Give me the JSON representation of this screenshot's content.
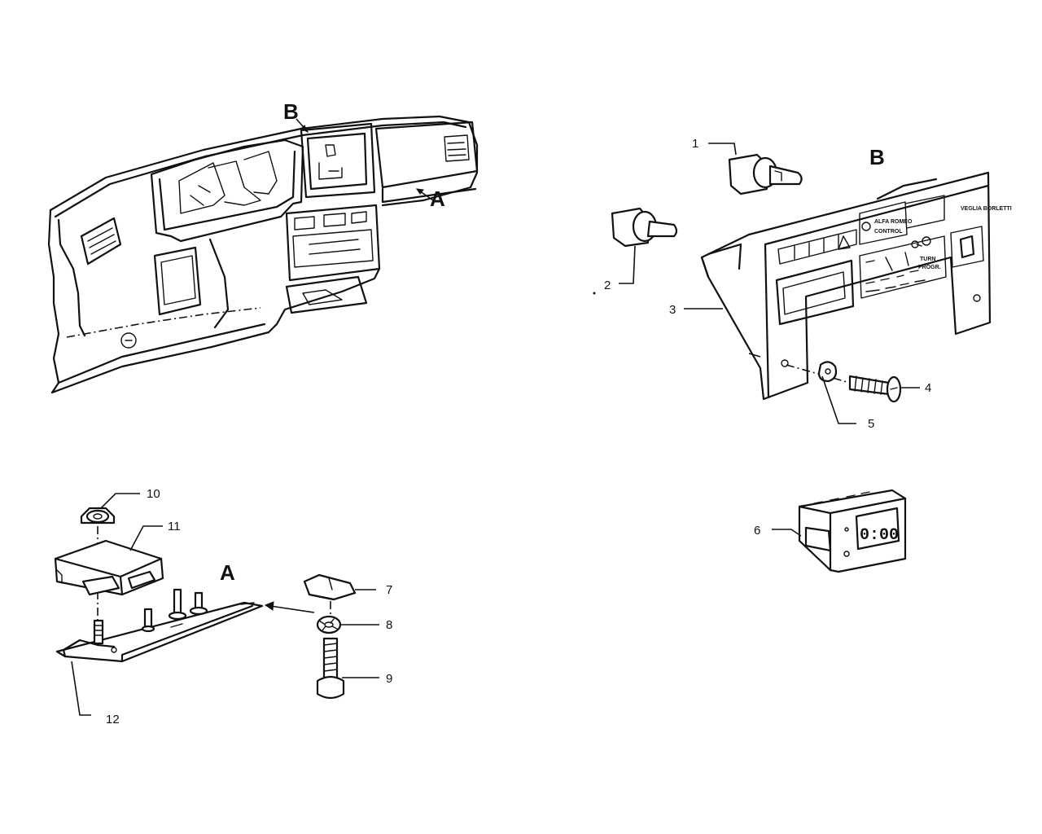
{
  "views": {
    "A": "A",
    "B": "B"
  },
  "callouts": {
    "c1": "1",
    "c2": "2",
    "c3": "3",
    "c4": "4",
    "c5": "5",
    "c6": "6",
    "c7": "7",
    "c8": "8",
    "c9": "9",
    "c10": "10",
    "c11": "11",
    "c12": "12"
  },
  "panel_text": {
    "brand": "ALFA ROMEO",
    "control": "CONTROL",
    "right_text": "VEGLIA BORLETTI",
    "turn": "TURN",
    "program": "PROGR.",
    "clock_display": "0:00"
  }
}
